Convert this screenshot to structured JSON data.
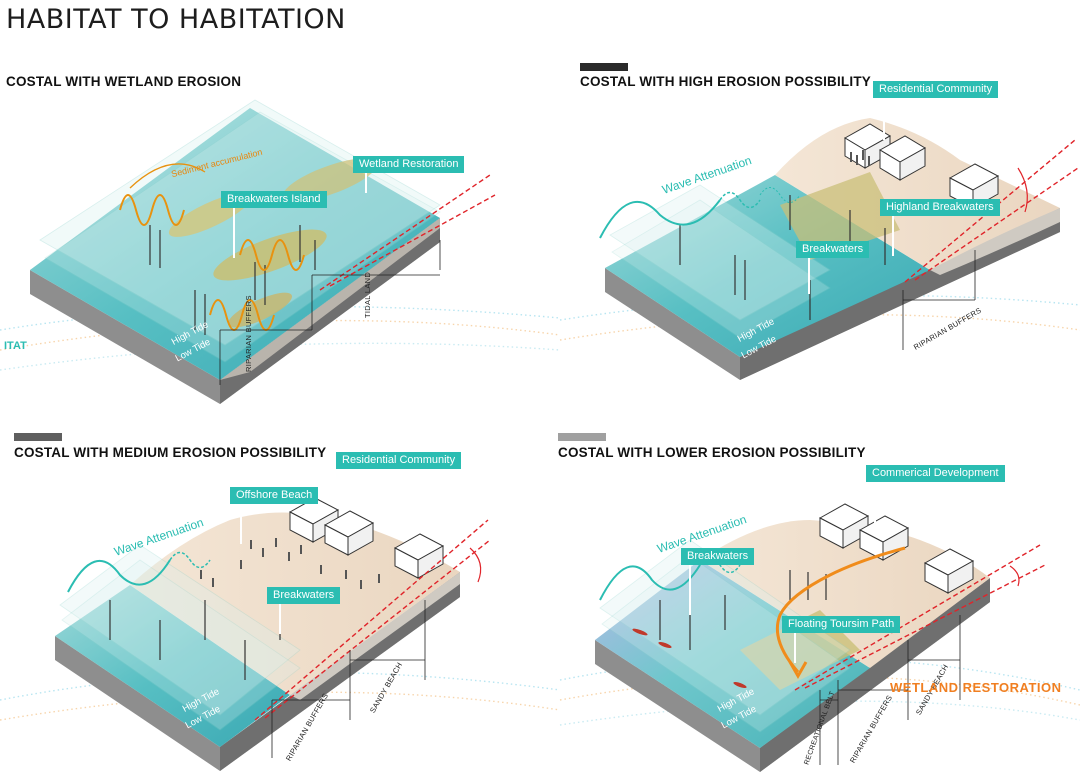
{
  "title": "HABITAT TO HABITATION",
  "colors": {
    "accent": "#2bbdb2",
    "water": "#5ec3c6",
    "sand": "#efdcc8",
    "wetland": "#c9bf72",
    "base": "#9a9a9a",
    "orange": "#f08c1b",
    "red_dash": "#e0242a"
  },
  "panels": [
    {
      "title": "COSTAL WITH WETLAND EROSION",
      "callouts": [
        "Wetland Restoration",
        "Breakwaters Island"
      ],
      "annotation": "Sediment accumulation",
      "tide": [
        "High Tide",
        "Low Tide"
      ],
      "dimensions": [
        "RIPARIAN BUFFERS",
        "TIDAL LAND"
      ],
      "edge_label": "ITAT"
    },
    {
      "title": "COSTAL WITH HIGH EROSION POSSIBILITY",
      "callouts": [
        "Residential Community",
        "Highland Breakwaters",
        "Breakwaters"
      ],
      "wave_label": "Wave Attenuation",
      "tide": [
        "High Tide",
        "Low Tide"
      ],
      "dimensions": [
        "RIPARIAN BUFFERS"
      ]
    },
    {
      "title": "COSTAL WITH MEDIUM EROSION POSSIBILITY",
      "callouts": [
        "Residential Community",
        "Offshore Beach",
        "Breakwaters"
      ],
      "wave_label": "Wave Attenuation",
      "tide": [
        "High Tide",
        "Low Tide"
      ],
      "dimensions": [
        "RIPARIAN BUFFERS",
        "SANDY BEACH"
      ]
    },
    {
      "title": "COSTAL WITH LOWER EROSION POSSIBILITY",
      "callouts": [
        "Commerical Development",
        "Breakwaters",
        "Floating Toursim Path"
      ],
      "wave_label": "Wave Attenuation",
      "tide": [
        "High Tide",
        "Low Tide"
      ],
      "dimensions": [
        "RECREATIONAL BELT",
        "RIPARIAN BUFFERS",
        "SANDY BEACH"
      ],
      "edge_label": "WETLAND RESTORATION"
    }
  ]
}
